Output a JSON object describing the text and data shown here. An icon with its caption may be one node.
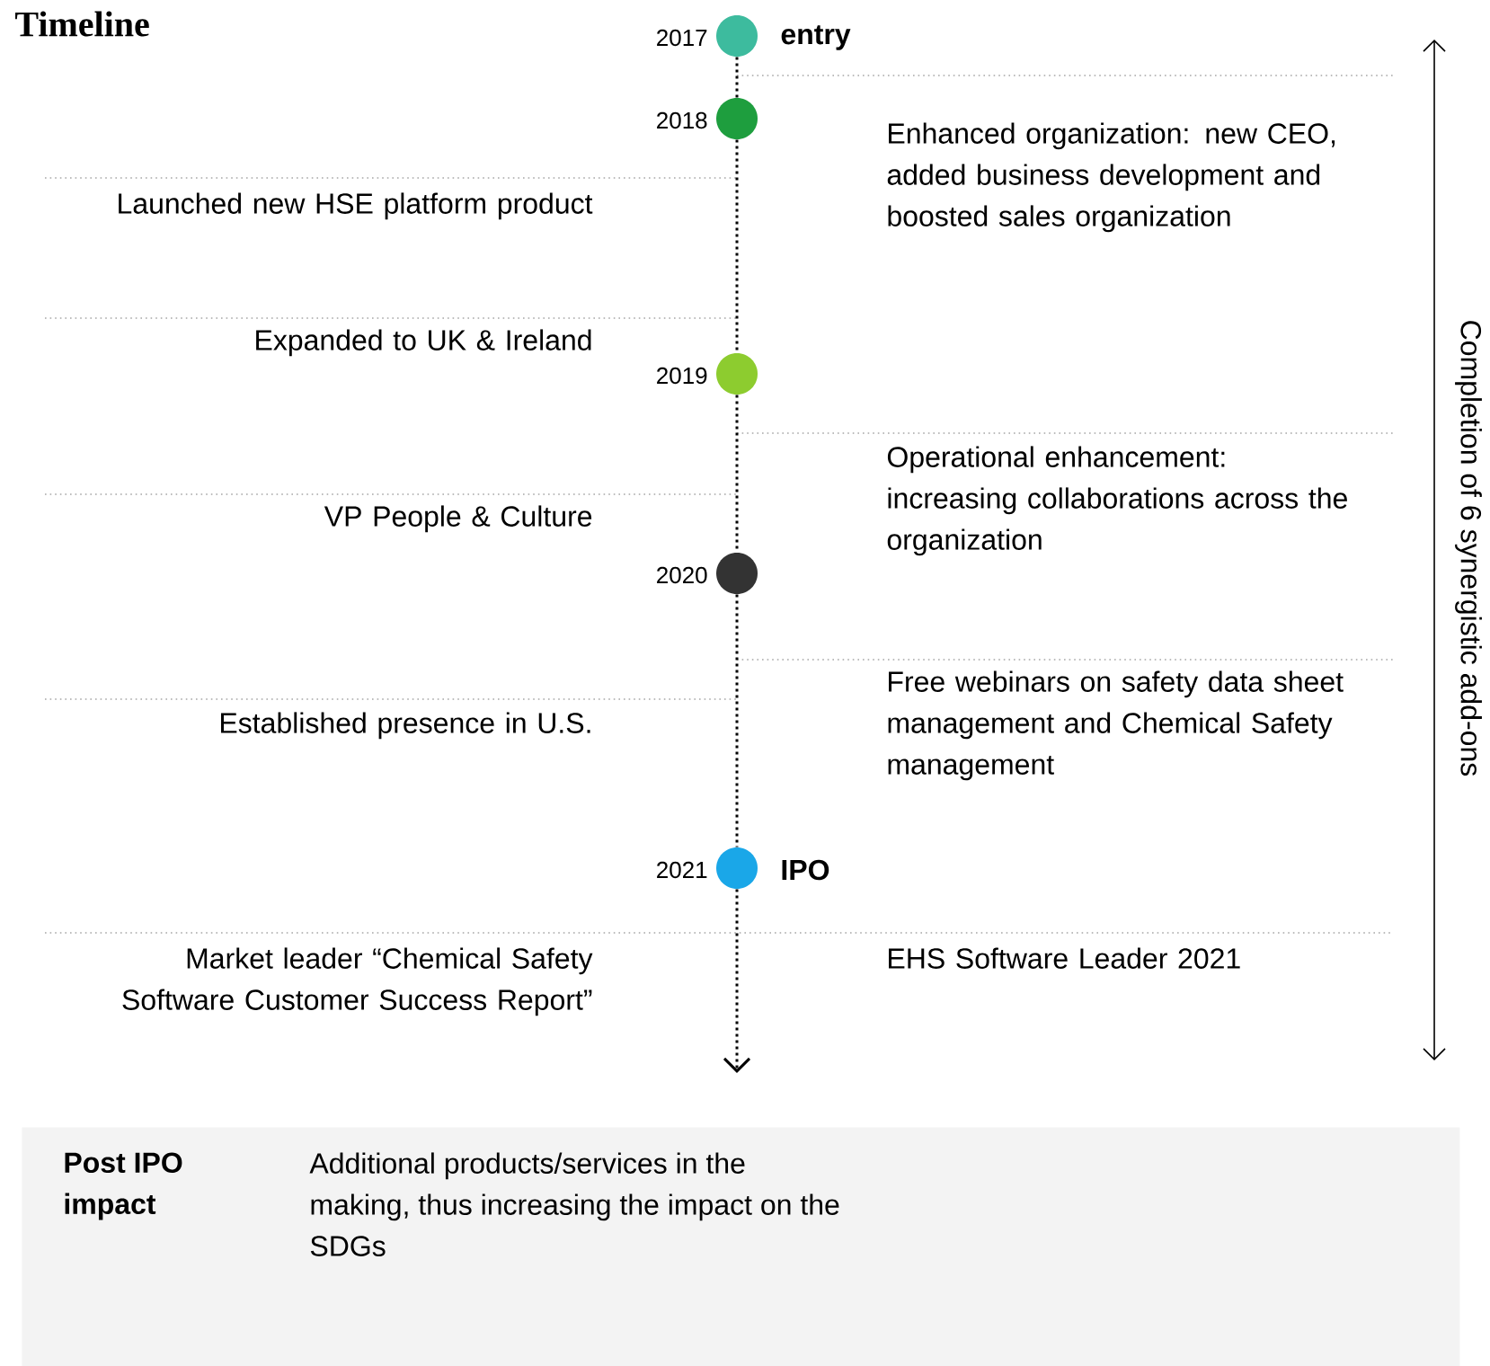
{
  "diagram": {
    "title": "Timeline",
    "nodes": [
      {
        "text": [],
        "shape": "circle",
        "beside": [
          "2017",
          "entry"
        ]
      },
      {
        "text": [],
        "shape": "circle",
        "beside": [
          "2018"
        ]
      },
      {
        "text": [],
        "shape": "circle",
        "beside": [
          "2019"
        ]
      },
      {
        "text": [],
        "shape": "circle",
        "beside": [
          "2020"
        ]
      },
      {
        "text": [],
        "shape": "circle",
        "beside": [
          "2021",
          "IPO"
        ]
      },
      {
        "text": [
          "Post IPO impact",
          "Additional products/services in the making, thus increasing the impact on the SDGs"
        ]
      }
    ],
    "edges": [
      {
        "from": 0,
        "to": 1,
        "arrow": "none"
      },
      {
        "from": 1,
        "to": 2,
        "arrow": "none"
      },
      {
        "from": 2,
        "to": 3,
        "arrow": "none"
      },
      {
        "from": 3,
        "to": 4,
        "arrow": "none"
      },
      {
        "from": 4,
        "to": null,
        "arrow": "to"
      }
    ],
    "labels": [
      "Enhanced organization: new CEO, added business development and boosted sales organization",
      "Launched new HSE platform product",
      "Expanded to UK & Ireland",
      "Operational enhancement: increasing collaborations across the organization",
      "VP People & Culture",
      "Free webinars on safety data sheet management and Chemical Safety management",
      "Established presence in U.S.",
      "Market leader “Chemical Safety Software Customer Success Report”",
      "EHS Software Leader 2021",
      "Completion of 6 synergistic add-ons"
    ]
  }
}
